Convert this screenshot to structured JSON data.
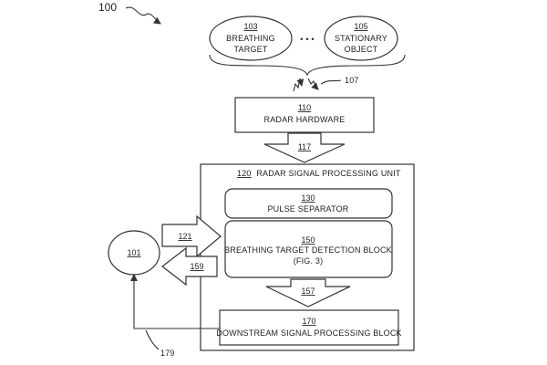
{
  "figure": {
    "number": "100"
  },
  "targets": {
    "breathing_target": {
      "ref": "103",
      "line1": "BREATHING",
      "line2": "TARGET"
    },
    "ellipsis": "• • •",
    "stationary_object": {
      "ref": "105",
      "line1": "STATIONARY",
      "line2": "OBJECT"
    }
  },
  "signal_ref": "107",
  "radar_hardware": {
    "ref": "110",
    "label": "RADAR HARDWARE"
  },
  "arrow_117": "117",
  "processing_unit": {
    "ref": "120",
    "label": "RADAR SIGNAL PROCESSING UNIT"
  },
  "pulse_separator": {
    "ref": "130",
    "label": "PULSE SEPARATOR"
  },
  "detection_block": {
    "ref": "150",
    "label": "BREATHING TARGET DETECTION BLOCK",
    "note": "(FIG. 3)"
  },
  "arrow_157": "157",
  "downstream_block": {
    "ref": "170",
    "label": "DOWNSTREAM SIGNAL PROCESSING BLOCK"
  },
  "external_device": {
    "ref": "101"
  },
  "arrow_121": "121",
  "arrow_159": "159",
  "line_179": "179"
}
